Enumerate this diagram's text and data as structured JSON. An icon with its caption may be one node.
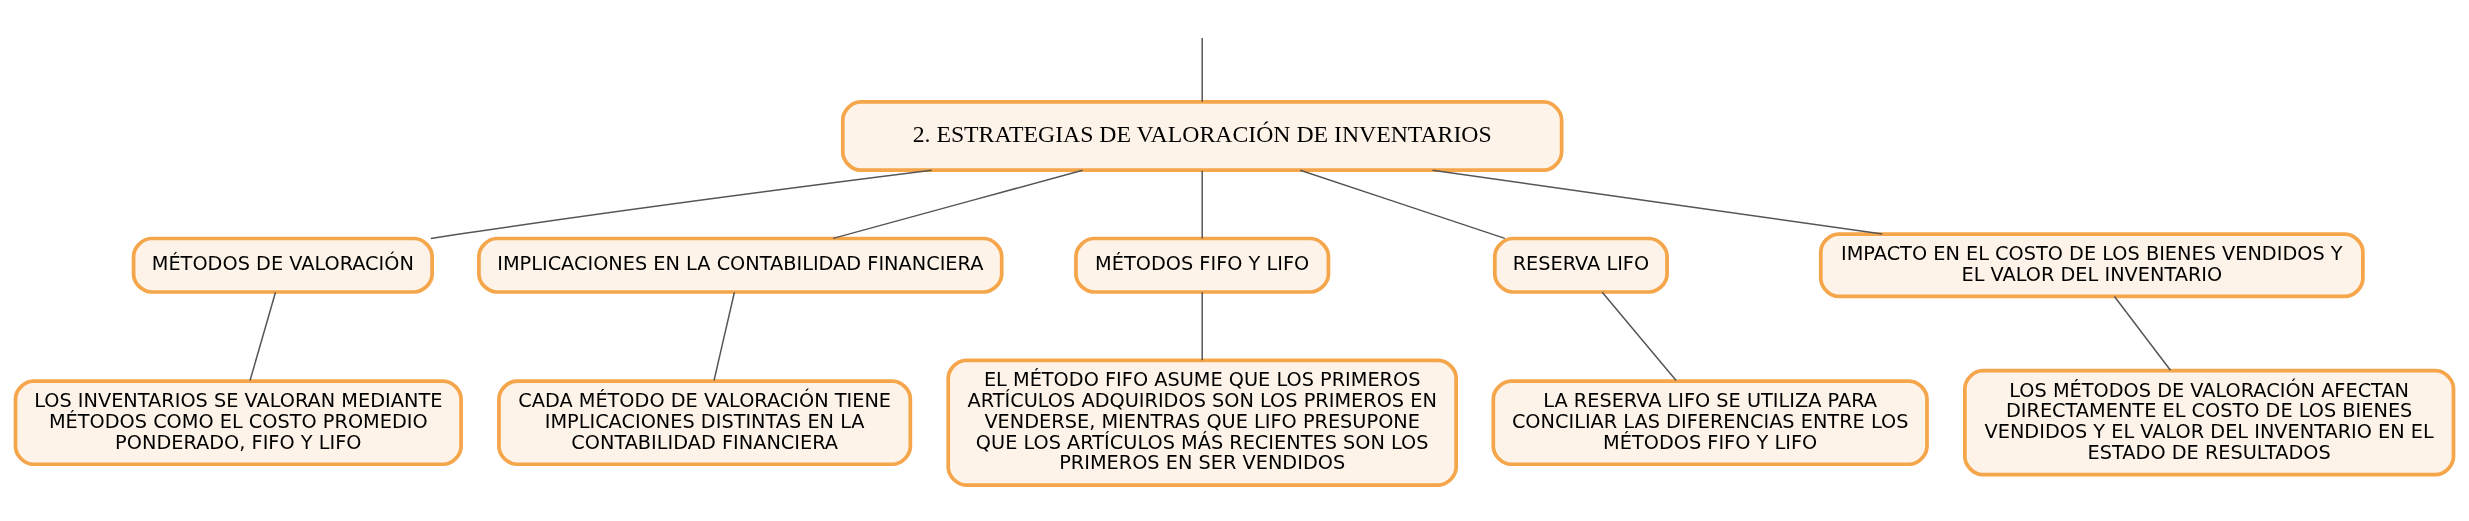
{
  "diagram": {
    "nodes": [
      {
        "text": [
          "2. ESTRATEGIAS DE VALORACIÓN DE INVENTARIOS"
        ]
      },
      {
        "text": [
          "MÉTODOS DE VALORACIÓN"
        ]
      },
      {
        "text": [
          "IMPLICACIONES EN LA CONTABILIDAD FINANCIERA"
        ]
      },
      {
        "text": [
          "MÉTODOS FIFO Y LIFO"
        ]
      },
      {
        "text": [
          "RESERVA LIFO"
        ]
      },
      {
        "text": [
          "IMPACTO EN EL COSTO DE LOS BIENES VENDIDOS Y EL VALOR DEL INVENTARIO"
        ]
      },
      {
        "text": [
          "LOS INVENTARIOS SE VALORAN MEDIANTE MÉTODOS COMO EL COSTO PROMEDIO PONDERADO, FIFO Y LIFO"
        ]
      },
      {
        "text": [
          "CADA MÉTODO DE VALORACIÓN TIENE IMPLICACIONES DISTINTAS EN LA CONTABILIDAD FINANCIERA"
        ]
      },
      {
        "text": [
          "EL MÉTODO FIFO ASUME QUE LOS PRIMEROS ARTÍCULOS ADQUIRIDOS SON LOS PRIMEROS EN VENDERSE, MIENTRAS QUE LIFO PRESUPONE QUE LOS ARTÍCULOS MÁS RECIENTES SON LOS PRIMEROS EN SER VENDIDOS"
        ]
      },
      {
        "text": [
          "LA RESERVA LIFO SE UTILIZA PARA CONCILIAR LAS DIFERENCIAS ENTRE LOS MÉTODOS FIFO Y LIFO"
        ]
      },
      {
        "text": [
          "LOS MÉTODOS DE VALORACIÓN AFECTAN DIRECTAMENTE EL COSTO DE LOS BIENES VENDIDOS Y EL VALOR DEL INVENTARIO EN EL ESTADO DE RESULTADOS"
        ]
      }
    ],
    "edges": [
      {
        "from": null,
        "to": 0,
        "arrow": "none"
      },
      {
        "from": 0,
        "to": 1,
        "arrow": "none"
      },
      {
        "from": 0,
        "to": 2,
        "arrow": "none"
      },
      {
        "from": 0,
        "to": 3,
        "arrow": "none"
      },
      {
        "from": 0,
        "to": 4,
        "arrow": "none"
      },
      {
        "from": 0,
        "to": 5,
        "arrow": "none"
      },
      {
        "from": 1,
        "to": 6,
        "arrow": "none"
      },
      {
        "from": 2,
        "to": 7,
        "arrow": "none"
      },
      {
        "from": 3,
        "to": 8,
        "arrow": "none"
      },
      {
        "from": 4,
        "to": 9,
        "arrow": "none"
      },
      {
        "from": 5,
        "to": 10,
        "arrow": "none"
      }
    ]
  }
}
